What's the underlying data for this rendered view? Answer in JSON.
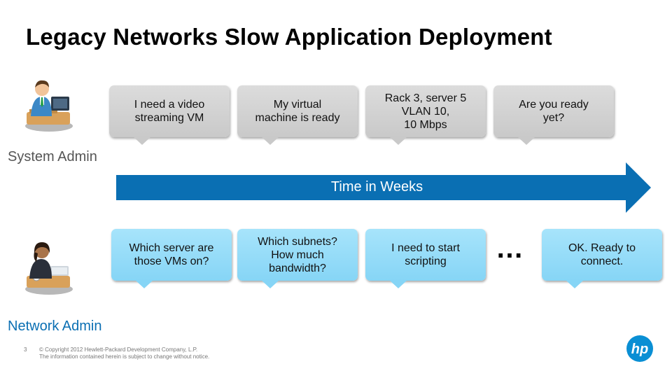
{
  "title": "Legacy Networks Slow Application Deployment",
  "roles": {
    "system_admin": "System Admin",
    "network_admin": "Network Admin"
  },
  "timeline": {
    "label": "Time in Weeks"
  },
  "system_admin_bubbles": [
    [
      "I need a video",
      "streaming VM"
    ],
    [
      "My virtual",
      "machine is ready"
    ],
    [
      "Rack 3, server 5",
      "VLAN 10,",
      "10 Mbps"
    ],
    [
      "Are you ready",
      "yet?"
    ]
  ],
  "network_admin_bubbles": [
    [
      "Which server are",
      "those VMs on?"
    ],
    [
      "Which subnets?",
      "How much",
      "bandwidth?"
    ],
    [
      "I need to start",
      "scripting"
    ],
    [
      "OK. Ready to",
      "connect."
    ]
  ],
  "ellipsis": "…",
  "footer": {
    "page_number": "3",
    "copyright": "© Copyright 2012 Hewlett-Packard Development Company, L.P.",
    "notice": "The information contained herein is subject to change without notice."
  },
  "logo": {
    "text": "hp"
  },
  "colors": {
    "arrow": "#0a6fb3",
    "bubble_gray": "#d3d3d3",
    "bubble_blue": "#93daf8",
    "network_label": "#0a6fb3"
  }
}
